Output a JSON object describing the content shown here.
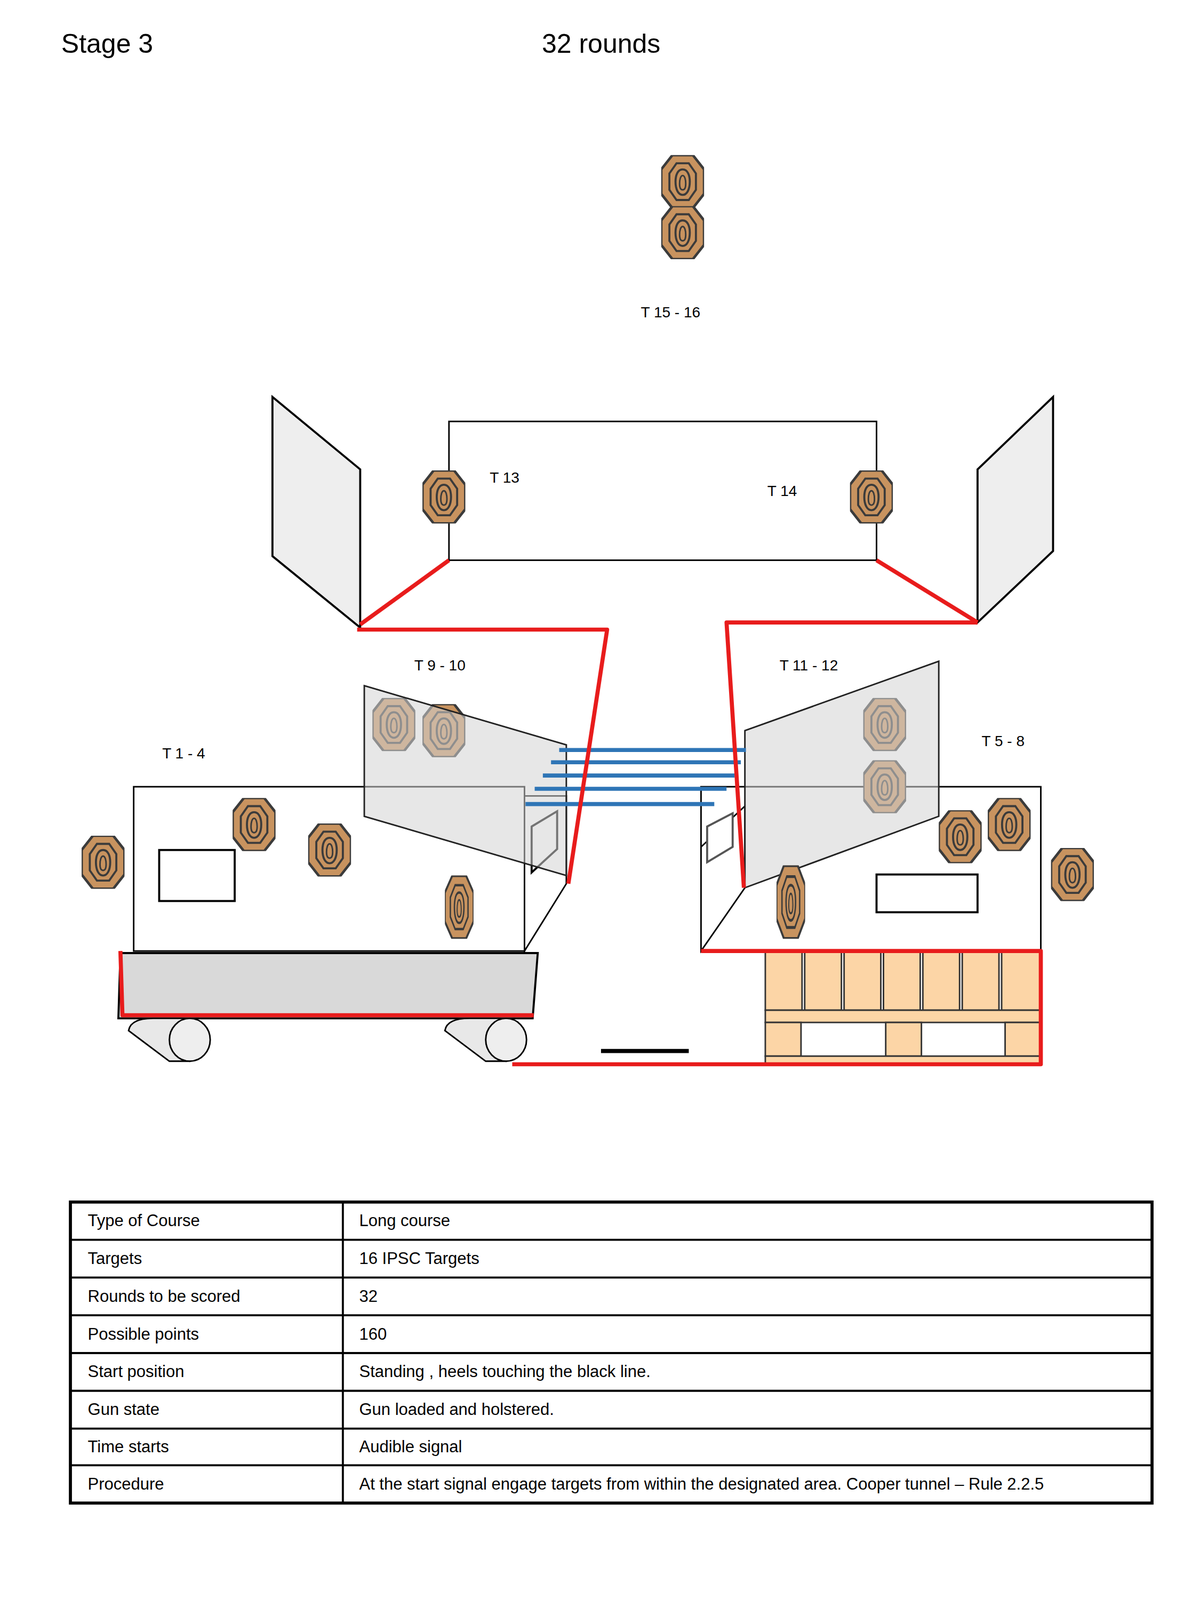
{
  "diagram": {
    "title": "Stage 3",
    "nodes": [
      {
        "text": [
          "T 13",
          "T 14"
        ]
      }
    ],
    "labels": [
      "32 rounds",
      "T 15 - 16",
      "T 9 - 10",
      "T 11 - 12",
      "T 1 - 4",
      "T 5 - 8",
      "Type of Course",
      "Long course",
      "Targets",
      "16 IPSC Targets",
      "Rounds to be scored",
      "32",
      "Possible points",
      "160",
      "Start position",
      "Standing , heels touching the black line.",
      "Gun state",
      "Gun loaded and holstered.",
      "Time starts",
      "Audible signal",
      "Procedure",
      "At the start signal engage targets from within the designated area. Cooper tunnel – Rule 2.2.5"
    ]
  }
}
